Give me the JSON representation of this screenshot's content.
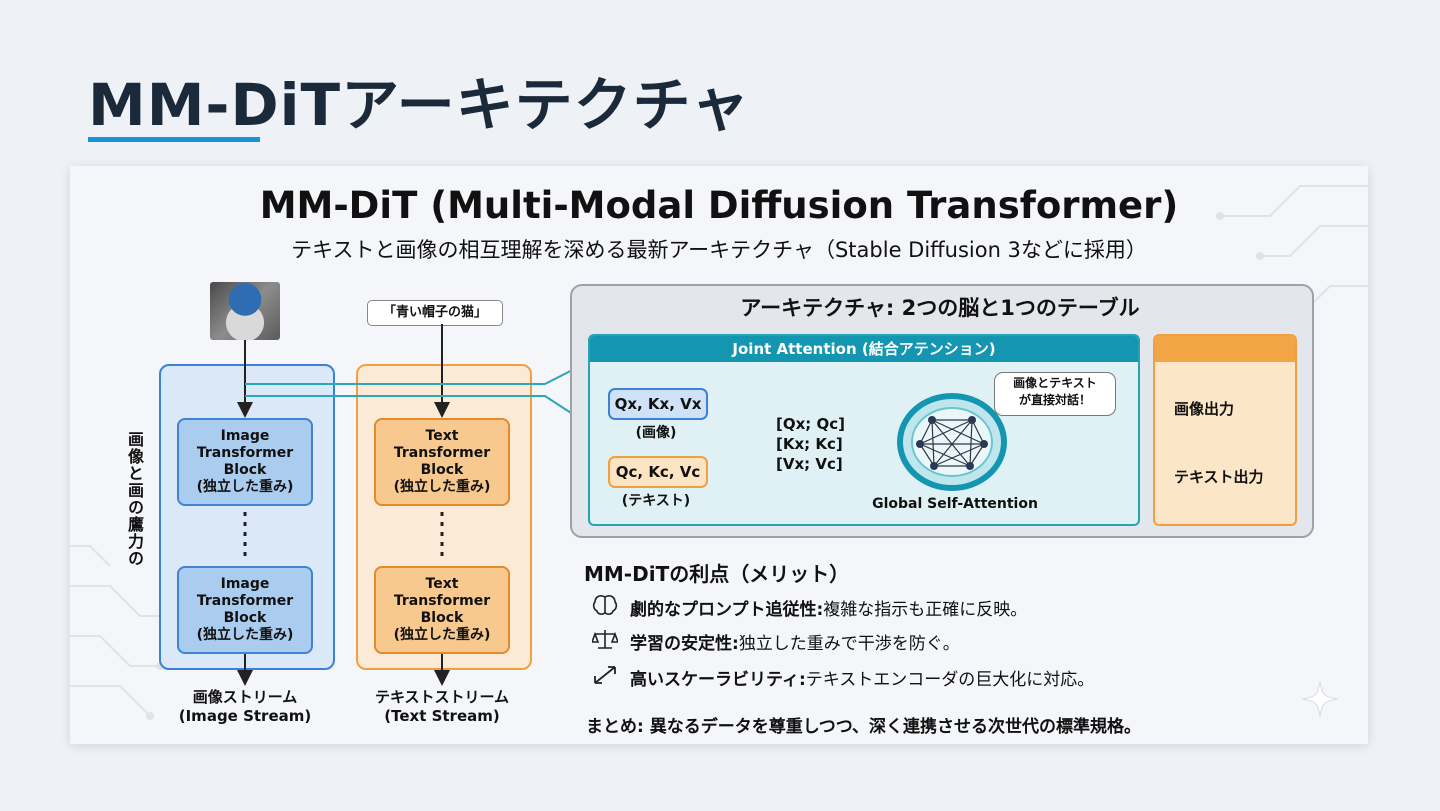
{
  "slide": {
    "title": "MM-DiTアーキテクチャ",
    "accent_color": "#1793d8"
  },
  "diagram": {
    "title": "MM-DiT (Multi-Modal Diffusion Transformer)",
    "subtitle": "テキストと画像の相互理解を深める最新アーキテクチャ（Stable Diffusion 3などに採用）",
    "input_prompt": "「青い帽子の猫」",
    "vertical_label": "画像と画の鷹力の",
    "image_stream": {
      "block_title": "Image\nTransformer\nBlock",
      "block_note": "(独立した重み)",
      "label": "画像ストリーム",
      "label_en": "(Image Stream)",
      "color": "#3b82d6"
    },
    "text_stream": {
      "block_title": "Text\nTransformer\nBlock",
      "block_note": "(独立した重み)",
      "label": "テキストストリーム",
      "label_en": "(Text Stream)",
      "color": "#f0a042"
    },
    "architecture": {
      "title": "アーキテクチャ: 2つの脳と1つのテーブル",
      "joint_header": "Joint Attention (結合アテンション)",
      "qkv_image": "Qx, Kx, Vx",
      "qkv_image_note": "(画像)",
      "qkv_text": "Qc, Kc, Vc",
      "qkv_text_note": "(テキスト)",
      "concat": [
        "[Qx; Qc]",
        "[Kx; Kc]",
        "[Vx; Vc]"
      ],
      "attention_label": "Global Self-Attention",
      "bubble": "画像とテキスト\nが直接対話！",
      "output_image": "画像出力",
      "output_text": "テキスト出力",
      "joint_color": "#1596b0"
    },
    "merits": {
      "title": "MM-DiTの利点（メリット）",
      "items": [
        {
          "icon": "brain-icon",
          "bold": "劇的なプロンプト追従性:",
          "text": " 複雑な指示も正確に反映。"
        },
        {
          "icon": "scales-icon",
          "bold": "学習の安定性:",
          "text": " 独立した重みで干渉を防ぐ。"
        },
        {
          "icon": "expand-arrows-icon",
          "bold": "高いスケーラビリティ:",
          "text": " テキストエンコーダの巨大化に対応。"
        }
      ]
    },
    "summary": "まとめ: 異なるデータを尊重しつつ、深く連携させる次世代の標準規格。"
  }
}
